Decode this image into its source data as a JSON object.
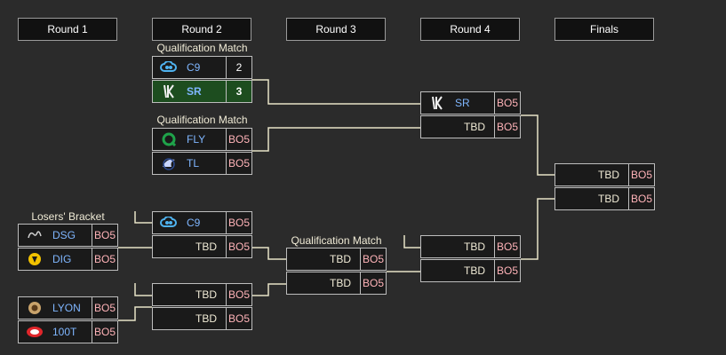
{
  "rounds": [
    "Round 1",
    "Round 2",
    "Round 3",
    "Round 4",
    "Finals"
  ],
  "labels": {
    "qual1": "Qualification Match",
    "qual2": "Qualification Match",
    "losers": "Losers' Bracket",
    "qual3": "Qualification Match"
  },
  "matches": {
    "r2m1": {
      "top": {
        "team": "C9",
        "score": "2"
      },
      "bottom": {
        "team": "SR",
        "score": "3"
      }
    },
    "r2m2": {
      "top": {
        "team": "FLY",
        "score": "BO5"
      },
      "bottom": {
        "team": "TL",
        "score": "BO5"
      }
    },
    "r4m1": {
      "top": {
        "team": "SR",
        "score": "BO5"
      },
      "bottom": {
        "team": "TBD",
        "score": "BO5"
      }
    },
    "finals": {
      "top": {
        "team": "TBD",
        "score": "BO5"
      },
      "bottom": {
        "team": "TBD",
        "score": "BO5"
      }
    },
    "r1m1": {
      "top": {
        "team": "DSG",
        "score": "BO5"
      },
      "bottom": {
        "team": "DIG",
        "score": "BO5"
      }
    },
    "r1m2": {
      "top": {
        "team": "LYON",
        "score": "BO5"
      },
      "bottom": {
        "team": "100T",
        "score": "BO5"
      }
    },
    "r2m3": {
      "top": {
        "team": "C9",
        "score": "BO5"
      },
      "bottom": {
        "team": "TBD",
        "score": "BO5"
      }
    },
    "r2m4": {
      "top": {
        "team": "TBD",
        "score": "BO5"
      },
      "bottom": {
        "team": "TBD",
        "score": "BO5"
      }
    },
    "r3m1": {
      "top": {
        "team": "TBD",
        "score": "BO5"
      },
      "bottom": {
        "team": "TBD",
        "score": "BO5"
      }
    },
    "r4m2": {
      "top": {
        "team": "TBD",
        "score": "BO5"
      },
      "bottom": {
        "team": "TBD",
        "score": "BO5"
      }
    }
  },
  "colors": {
    "background": "#2b2b2b",
    "winner_row": "#1d4d1f",
    "team_text": "#7fb6ff",
    "bo5_text": "#ffb3b8",
    "connector": "#e8e3c8"
  }
}
